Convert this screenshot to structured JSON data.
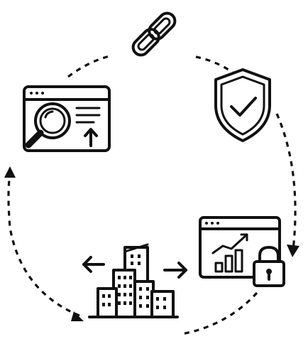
{
  "diagram": {
    "type": "cycle",
    "colors": {
      "ink": "#111111",
      "background": "#ffffff"
    },
    "nodes": [
      {
        "id": "chain",
        "icon": "chain-link-icon"
      },
      {
        "id": "shield",
        "icon": "shield-check-icon"
      },
      {
        "id": "analytics",
        "icon": "locked-analytics-window-icon"
      },
      {
        "id": "company",
        "icon": "office-buildings-icon"
      },
      {
        "id": "search",
        "icon": "browser-search-upload-icon"
      }
    ],
    "connectors": [
      {
        "from": "search",
        "to": "chain",
        "style": "dashed"
      },
      {
        "from": "chain",
        "to": "shield",
        "style": "dashed"
      },
      {
        "from": "shield",
        "to": "analytics",
        "style": "dashed",
        "arrow": "end"
      },
      {
        "from": "analytics",
        "to": "company",
        "style": "dashed"
      },
      {
        "from": "company",
        "to": "search",
        "style": "dashed",
        "arrow": "both"
      }
    ]
  }
}
